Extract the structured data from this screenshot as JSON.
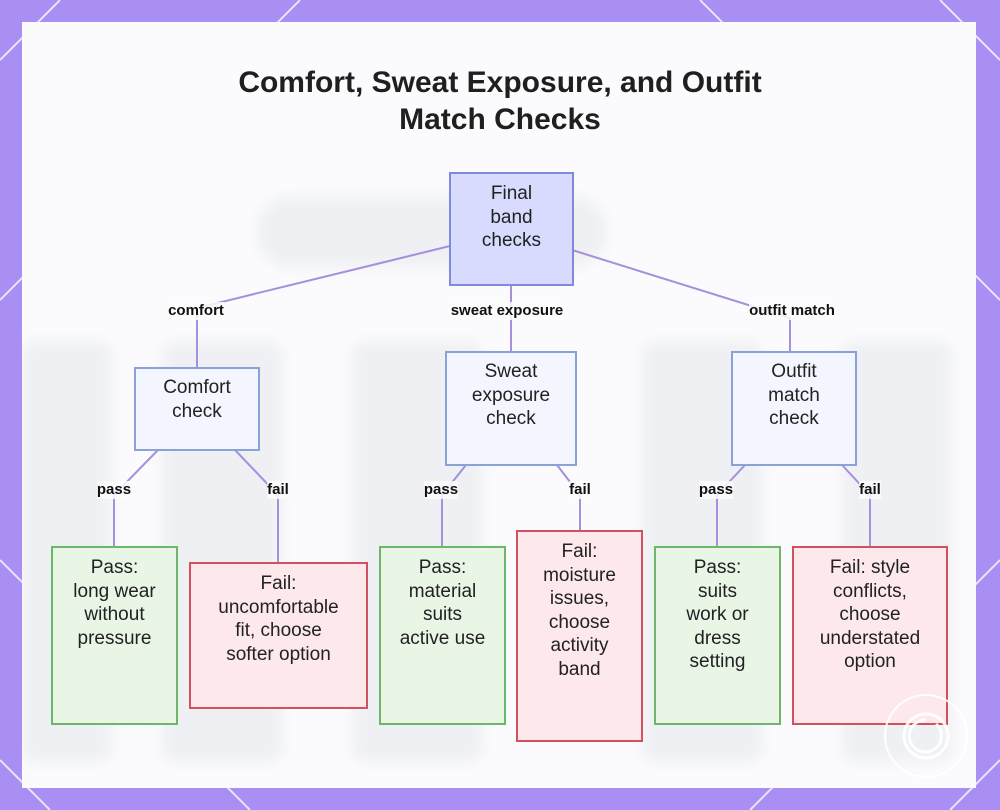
{
  "title_line1": "Comfort, Sweat Exposure, and Outfit",
  "title_line2": "Match Checks",
  "colors": {
    "background": "#a98ff4",
    "panel": "#fbfbfd",
    "edge": "#a68fdc",
    "root_fill": "#d8dafe",
    "pass_border": "#6bb86a",
    "fail_border": "#d5505e"
  },
  "nodes": {
    "root": [
      "Final",
      "band",
      "checks"
    ],
    "comfort_check": [
      "Comfort",
      "check"
    ],
    "sweat_check": [
      "Sweat",
      "exposure",
      "check"
    ],
    "outfit_check": [
      "Outfit",
      "match",
      "check"
    ],
    "comfort_pass": [
      "Pass:",
      "long wear",
      "without",
      "pressure"
    ],
    "comfort_fail": [
      "Fail:",
      "uncomfortable",
      "fit, choose",
      "softer option"
    ],
    "sweat_pass": [
      "Pass:",
      "material",
      "suits",
      "active use"
    ],
    "sweat_fail": [
      "Fail:",
      "moisture",
      "issues,",
      "choose",
      "activity",
      "band"
    ],
    "outfit_pass": [
      "Pass:",
      "suits",
      "work or",
      "dress",
      "setting"
    ],
    "outfit_fail": [
      "Fail: style",
      "conflicts,",
      "choose",
      "understated",
      "option"
    ]
  },
  "edge_labels": {
    "comfort": "comfort",
    "sweat": "sweat exposure",
    "outfit": "outfit match",
    "comfort_pass": "pass",
    "comfort_fail": "fail",
    "sweat_pass": "pass",
    "sweat_fail": "fail",
    "outfit_pass": "pass",
    "outfit_fail": "fail"
  }
}
